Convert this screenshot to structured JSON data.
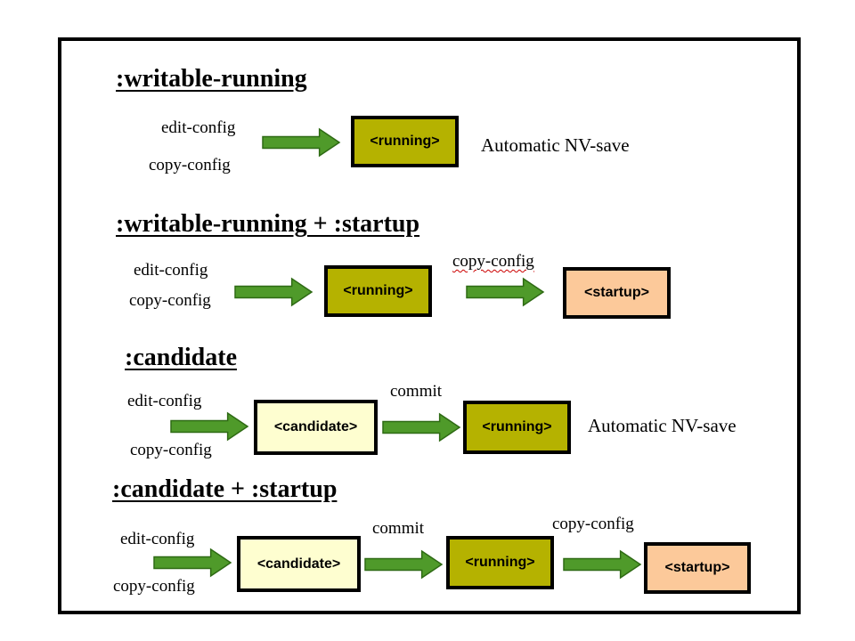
{
  "colors": {
    "running_fill": "#b5b200",
    "startup_fill": "#fcc99a",
    "candidate_fill": "#fefed0",
    "arrow_fill": "#4f9a2a",
    "arrow_stroke": "#2e6a14"
  },
  "sections": [
    {
      "heading": ":writable-running",
      "ops": [
        "edit-config",
        "copy-config"
      ],
      "boxes": [
        {
          "label": "<running>",
          "kind": "running"
        }
      ],
      "arrow_labels": [],
      "note": "Automatic NV-save"
    },
    {
      "heading": ":writable-running + :startup",
      "ops": [
        "edit-config",
        "copy-config"
      ],
      "boxes": [
        {
          "label": "<running>",
          "kind": "running"
        },
        {
          "label": "<startup>",
          "kind": "startup"
        }
      ],
      "arrow_labels": [
        "copy-config"
      ],
      "note": ""
    },
    {
      "heading": ":candidate",
      "ops": [
        "edit-config",
        "copy-config"
      ],
      "boxes": [
        {
          "label": "<candidate>",
          "kind": "candidate"
        },
        {
          "label": "<running>",
          "kind": "running"
        }
      ],
      "arrow_labels": [
        "commit"
      ],
      "note": "Automatic NV-save"
    },
    {
      "heading": ":candidate + :startup",
      "ops": [
        "edit-config",
        "copy-config"
      ],
      "boxes": [
        {
          "label": "<candidate>",
          "kind": "candidate"
        },
        {
          "label": "<running>",
          "kind": "running"
        },
        {
          "label": "<startup>",
          "kind": "startup"
        }
      ],
      "arrow_labels": [
        "commit",
        "copy-config"
      ],
      "note": ""
    }
  ]
}
